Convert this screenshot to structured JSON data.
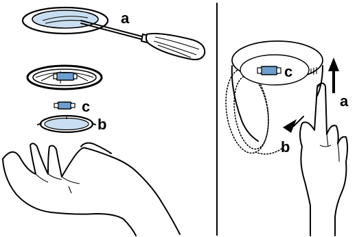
{
  "colors": {
    "ink": "#000000",
    "paper": "#ffffff",
    "lens_blue": "#c9dff1",
    "bulb_blue": "#6c9fd0"
  },
  "left_panel": {
    "label_screwdriver": "a",
    "label_bulb": "c",
    "label_cover": "b"
  },
  "right_panel": {
    "label_bulb": "c",
    "label_push_up": "a",
    "label_turn": "b"
  }
}
